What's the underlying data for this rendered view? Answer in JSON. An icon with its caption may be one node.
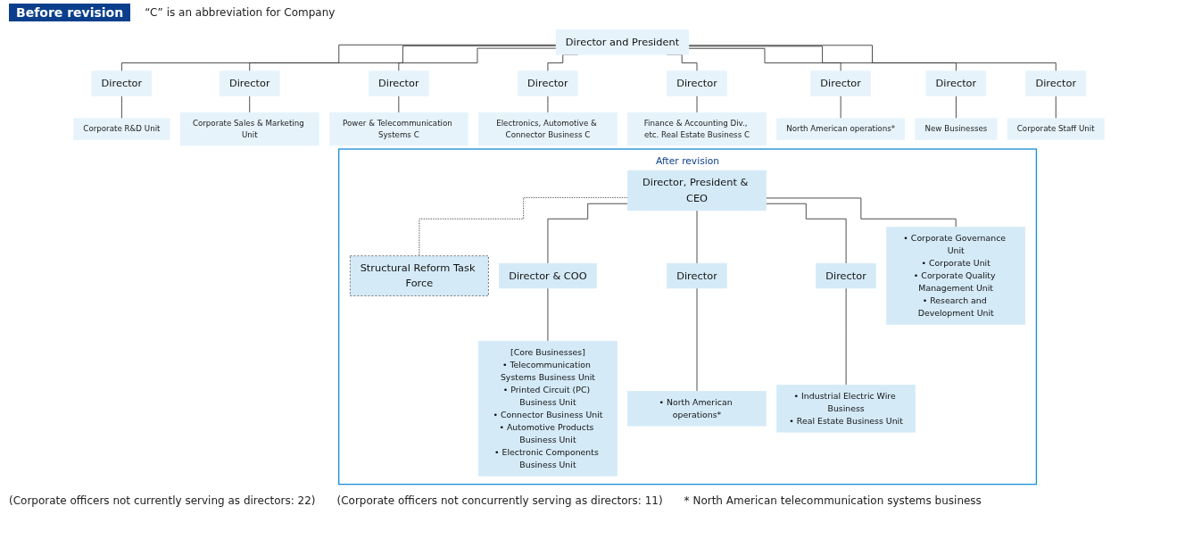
{
  "diagram": {
    "nodes": [
      {
        "text": [
          "Director and President"
        ]
      },
      {
        "text": [
          "Director"
        ]
      },
      {
        "text": [
          "Director"
        ]
      },
      {
        "text": [
          "Director"
        ]
      },
      {
        "text": [
          "Director"
        ]
      },
      {
        "text": [
          "Director"
        ]
      },
      {
        "text": [
          "Director"
        ]
      },
      {
        "text": [
          "Director"
        ]
      },
      {
        "text": [
          "Director"
        ]
      },
      {
        "text": [
          "Corporate R&D Unit"
        ]
      },
      {
        "text": [
          "Corporate Sales & Marketing Unit"
        ]
      },
      {
        "text": [
          "Power & Telecommunication Systems C"
        ]
      },
      {
        "text": [
          "Electronics, Automotive & Connector Business C"
        ]
      },
      {
        "text": [
          "Finance & Accounting Div., etc. Real Estate Business C"
        ]
      },
      {
        "text": [
          "North American operations*"
        ]
      },
      {
        "text": [
          "New Businesses"
        ]
      },
      {
        "text": [
          "Corporate Staff Unit"
        ]
      },
      {
        "text": [
          "After revision"
        ]
      },
      {
        "text": [
          "Director, President & CEO"
        ],
        "in": 17
      },
      {
        "text": [
          "Structural Reform Task Force"
        ],
        "in": 17
      },
      {
        "text": [
          "Director & COO"
        ],
        "in": 17
      },
      {
        "text": [
          "Director"
        ],
        "in": 17
      },
      {
        "text": [
          "Director"
        ],
        "in": 17
      },
      {
        "text": [
          "[Core Businesses]",
          "• Telecommunication Systems Business Unit",
          "• Printed Circuit (PC) Business Unit",
          "• Connector Business Unit",
          "• Automotive Products Business Unit",
          "• Electronic Components Business Unit"
        ],
        "in": 17
      },
      {
        "text": [
          "• North American operations*"
        ],
        "in": 17
      },
      {
        "text": [
          "• Industrial Electric Wire Business",
          "• Real Estate Business Unit"
        ],
        "in": 17
      },
      {
        "text": [
          "• Corporate Governance Unit",
          "• Corporate Unit",
          "• Corporate Quality Management Unit",
          "• Research and Development Unit"
        ],
        "in": 17
      }
    ],
    "edges": [
      {
        "from": 0,
        "to": 1,
        "arrow": "none"
      },
      {
        "from": 0,
        "to": 2,
        "arrow": "none"
      },
      {
        "from": 0,
        "to": 3,
        "arrow": "none"
      },
      {
        "from": 0,
        "to": 4,
        "arrow": "none"
      },
      {
        "from": 0,
        "to": 5,
        "arrow": "none"
      },
      {
        "from": 0,
        "to": 6,
        "arrow": "none"
      },
      {
        "from": 0,
        "to": 7,
        "arrow": "none"
      },
      {
        "from": 0,
        "to": 8,
        "arrow": "none"
      },
      {
        "from": 1,
        "to": 9,
        "arrow": "none"
      },
      {
        "from": 2,
        "to": 10,
        "arrow": "none"
      },
      {
        "from": 3,
        "to": 11,
        "arrow": "none"
      },
      {
        "from": 4,
        "to": 12,
        "arrow": "none"
      },
      {
        "from": 5,
        "to": 13,
        "arrow": "none"
      },
      {
        "from": 6,
        "to": 14,
        "arrow": "none"
      },
      {
        "from": 7,
        "to": 15,
        "arrow": "none"
      },
      {
        "from": 8,
        "to": 16,
        "arrow": "none"
      },
      {
        "from": 18,
        "to": 19,
        "arrow": "none",
        "style": "dashed"
      },
      {
        "from": 18,
        "to": 20,
        "arrow": "none"
      },
      {
        "from": 18,
        "to": 21,
        "arrow": "none"
      },
      {
        "from": 18,
        "to": 22,
        "arrow": "none"
      },
      {
        "from": 18,
        "to": 26,
        "arrow": "none"
      },
      {
        "from": 20,
        "to": 23,
        "arrow": "none"
      },
      {
        "from": 21,
        "to": 24,
        "arrow": "none"
      },
      {
        "from": 22,
        "to": 25,
        "arrow": "none"
      }
    ],
    "labels": [
      "Before revision",
      "“C” is an abbreviation for Company",
      "(Corporate officers not currently serving as directors: 22)",
      "(Corporate officers not concurrently serving as directors: 11)",
      "* North American telecommunication systems business"
    ]
  }
}
